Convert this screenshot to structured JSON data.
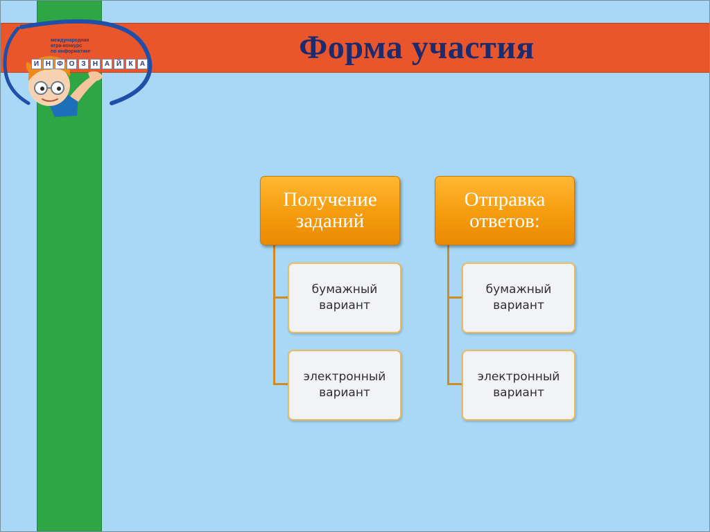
{
  "title": "Форма участия",
  "logo": {
    "line1": "международная",
    "line2": "игра-конкурс",
    "line3": "по информатике",
    "letters": [
      "И",
      "Н",
      "Ф",
      "О",
      "З",
      "Н",
      "А",
      "Й",
      "К",
      "А"
    ]
  },
  "columns": [
    {
      "heading": "Получение заданий",
      "items": [
        "бумажный вариант",
        "электронный вариант"
      ]
    },
    {
      "heading": "Отправка ответов:",
      "items": [
        "бумажный вариант",
        "электронный вариант"
      ]
    }
  ],
  "colors": {
    "background": "#a8d8f5",
    "stripe": "#2ea644",
    "header": "#e9562c",
    "title": "#1c2a6e",
    "box_orange": "#f59b0c"
  }
}
